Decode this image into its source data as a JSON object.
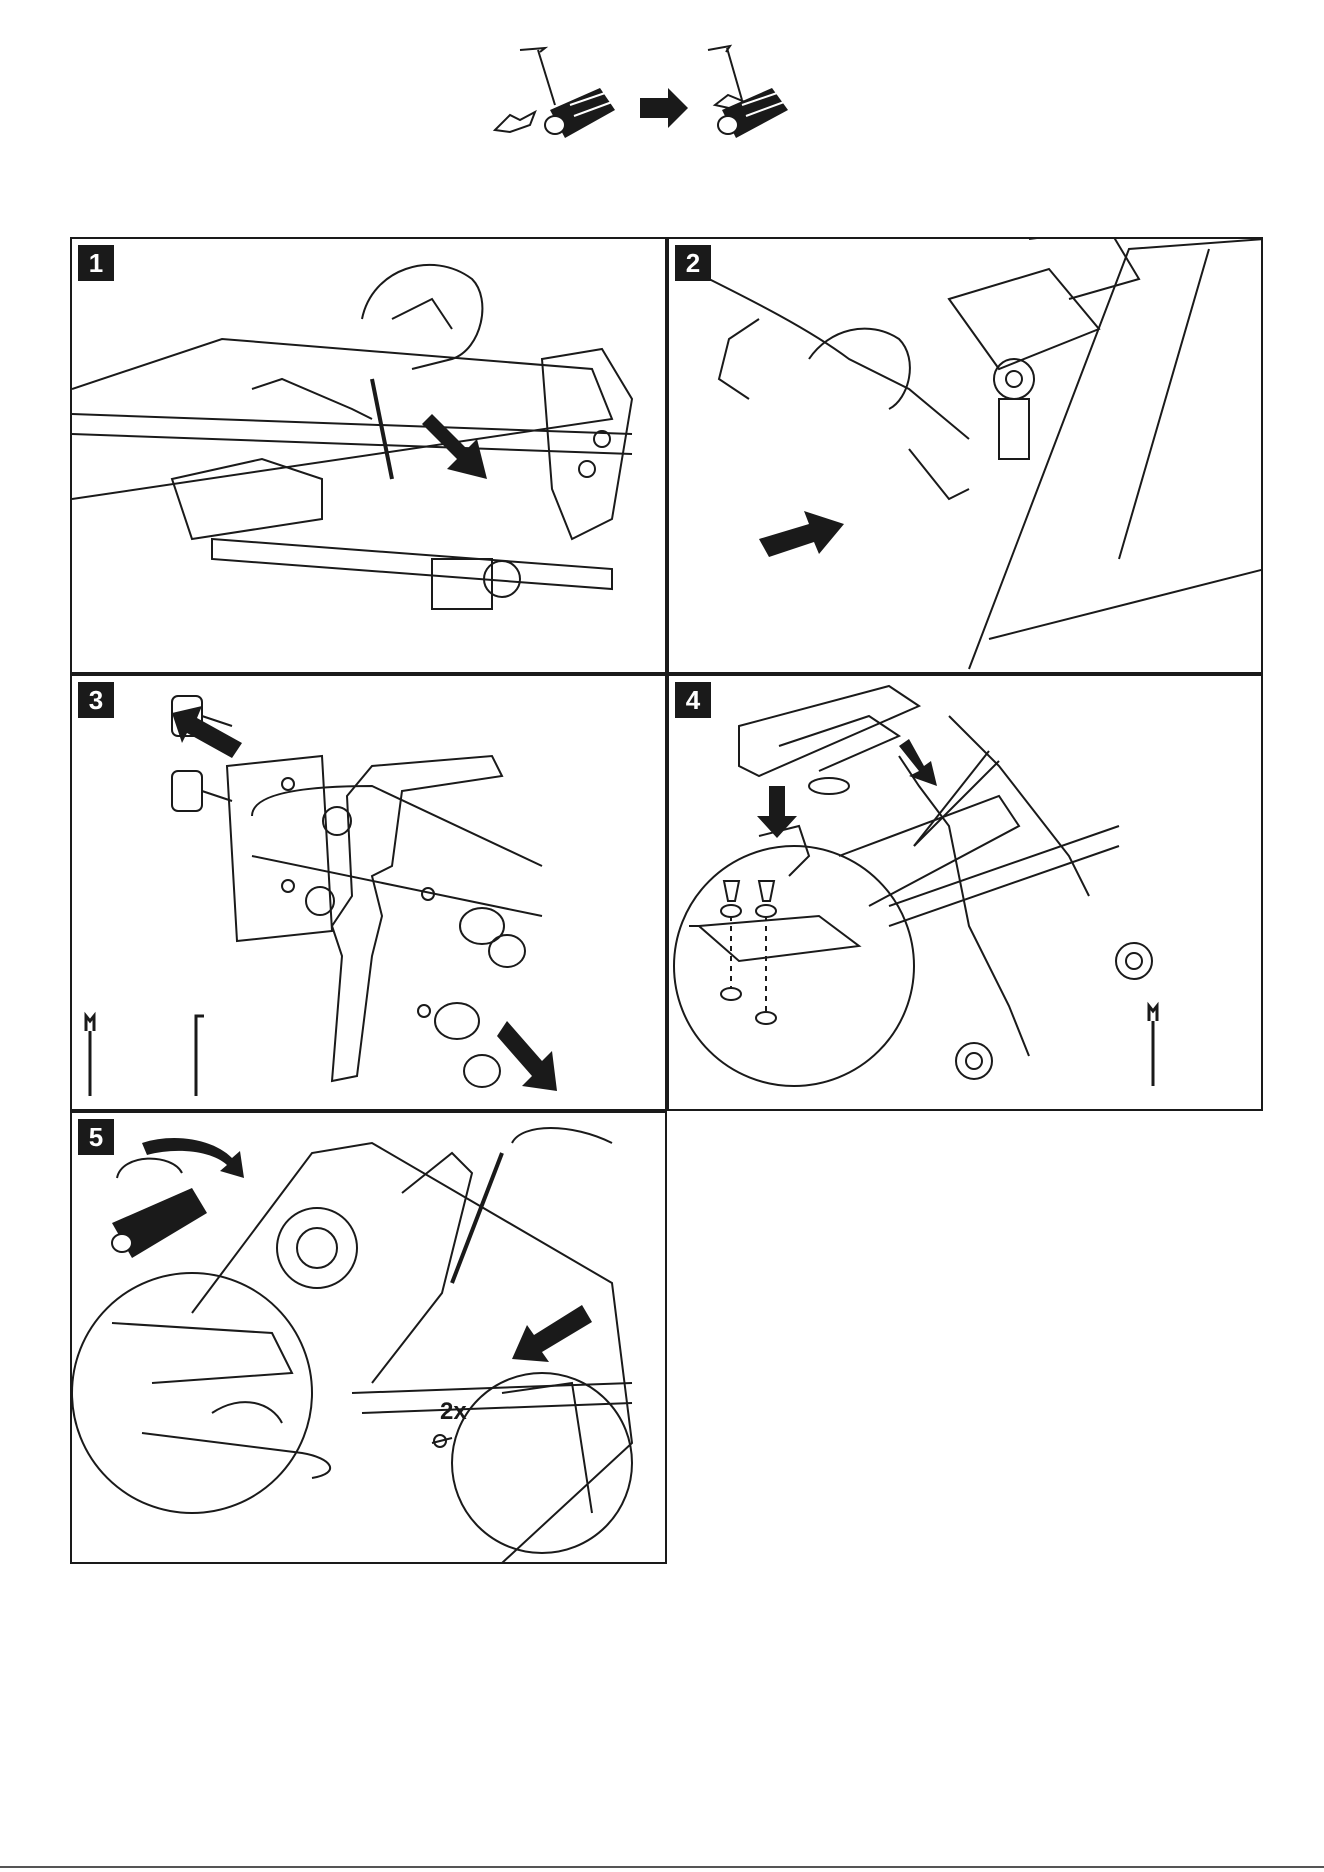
{
  "steps": [
    {
      "number": "1"
    },
    {
      "number": "2"
    },
    {
      "number": "3"
    },
    {
      "number": "4"
    },
    {
      "number": "5",
      "quantity_label": "2x"
    }
  ],
  "icons": {
    "header": [
      "stand-icon",
      "handle-icon",
      "arrow-right-icon",
      "assembled-stand-icon"
    ],
    "step3_tools": [
      "wrench-icon",
      "hex-key-icon"
    ],
    "step4_tools": [
      "wrench-icon"
    ]
  },
  "colors": {
    "ink": "#1a1a1a",
    "paper": "#ffffff",
    "badge": "#1a1a1a"
  }
}
